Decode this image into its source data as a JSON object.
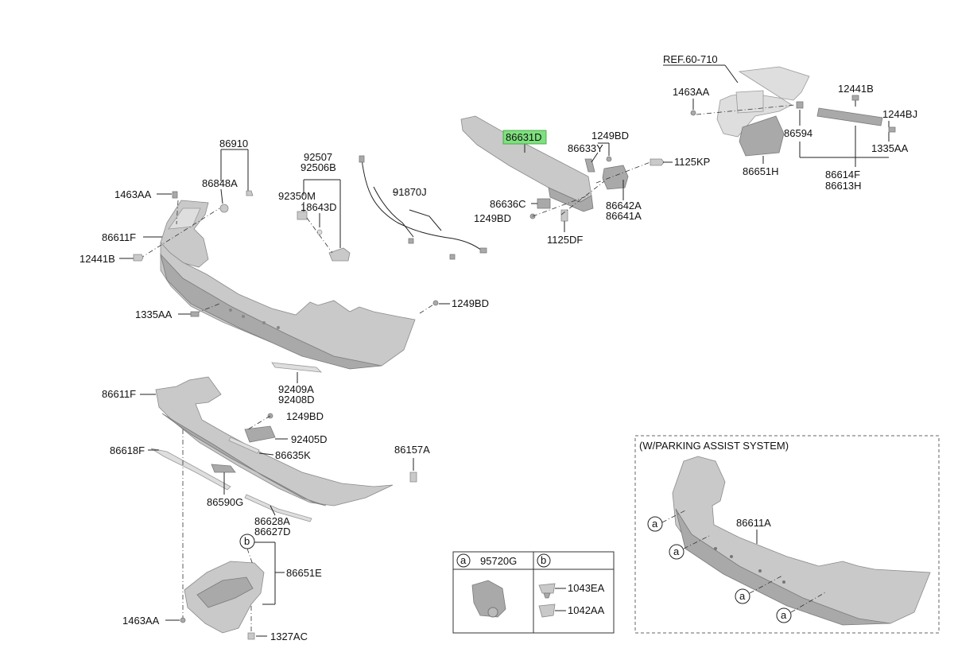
{
  "labels": {
    "l86910": "86910",
    "l86848A": "86848A",
    "l1463AA_top": "1463AA",
    "l86611F_top": "86611F",
    "l12441B_left": "12441B",
    "l1335AA_left": "1335AA",
    "l92507": "92507",
    "l92506B": "92506B",
    "l92350M": "92350M",
    "l18643D": "18643D",
    "l91870J": "91870J",
    "l1249BD_mid": "1249BD",
    "l92409A": "92409A",
    "l92408D": "92408D",
    "l86631D": "86631D",
    "l1249BD_upper": "1249BD",
    "l86633Y": "86633Y",
    "l1125KP": "1125KP",
    "l86636C": "86636C",
    "l1249BD_left2": "1249BD",
    "l86642A": "86642A",
    "l86641A": "86641A",
    "l1125DF": "1125DF",
    "lREF": "REF.60-710",
    "l1463AA_right": "1463AA",
    "l12441B_right": "12441B",
    "l1244BJ": "1244BJ",
    "l86594": "86594",
    "l1335AA_right": "1335AA",
    "l86651H": "86651H",
    "l86614F": "86614F",
    "l86613H": "86613H",
    "l86611F_low": "86611F",
    "l1249BD_low": "1249BD",
    "l92405D": "92405D",
    "l86635K": "86635K",
    "l86618F": "86618F",
    "l86157A": "86157A",
    "l86590G": "86590G",
    "l86628A": "86628A",
    "l86627D": "86627D",
    "l86651E": "86651E",
    "lb_circle": "b",
    "l1463AA_bottom": "1463AA",
    "l1327AC": "1327AC"
  },
  "legend_table": {
    "col_a_key": "a",
    "col_a_part": "95720G",
    "col_b_key": "b",
    "b_part1": "1043EA",
    "b_part2": "1042AA"
  },
  "inset": {
    "title": "(W/PARKING ASSIST SYSTEM)",
    "part_label": "86611A",
    "callout": "a"
  },
  "colors": {
    "highlight": "#7ee07e",
    "part_fill": "#c9c9c9"
  }
}
